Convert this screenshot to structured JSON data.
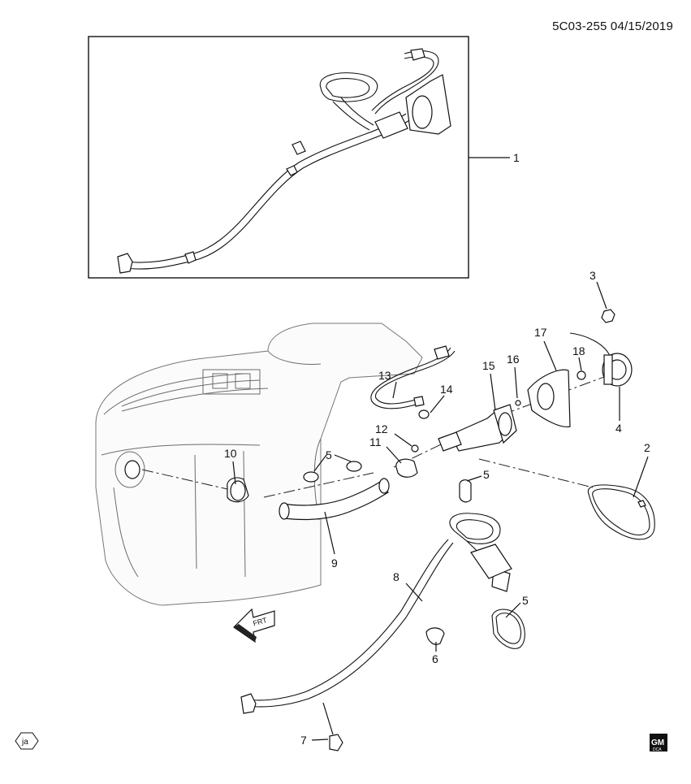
{
  "header": {
    "diagram_code": "5C03-255  04/15/2019"
  },
  "callouts": [
    {
      "id": "1",
      "text": "1"
    },
    {
      "id": "2",
      "text": "2"
    },
    {
      "id": "3",
      "text": "3"
    },
    {
      "id": "4",
      "text": "4"
    },
    {
      "id": "5a",
      "text": "5"
    },
    {
      "id": "5b",
      "text": "5"
    },
    {
      "id": "5c",
      "text": "5"
    },
    {
      "id": "6",
      "text": "6"
    },
    {
      "id": "7",
      "text": "7"
    },
    {
      "id": "8",
      "text": "8"
    },
    {
      "id": "9",
      "text": "9"
    },
    {
      "id": "10",
      "text": "10"
    },
    {
      "id": "11",
      "text": "11"
    },
    {
      "id": "12",
      "text": "12"
    },
    {
      "id": "13",
      "text": "13"
    },
    {
      "id": "14",
      "text": "14"
    },
    {
      "id": "15",
      "text": "15"
    },
    {
      "id": "16",
      "text": "16"
    },
    {
      "id": "17",
      "text": "17"
    },
    {
      "id": "18",
      "text": "18"
    }
  ],
  "direction_arrow": {
    "label": "FRT"
  },
  "badges": {
    "author_initials": "ja",
    "brand_top": "GM",
    "brand_bottom": "DCA"
  }
}
